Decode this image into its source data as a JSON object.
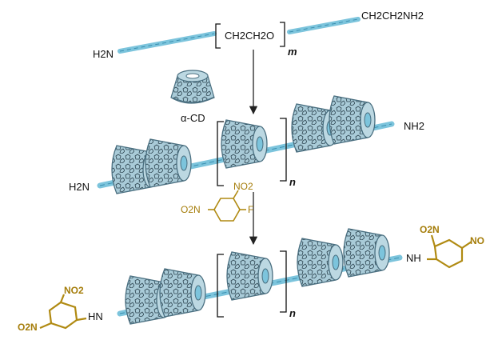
{
  "labels": {
    "top_left_end": "H2N",
    "top_repeat": "CH2CH2O",
    "top_right_end": "CH2CH2NH2",
    "subscript_m": "m",
    "cyclodextrin": "α-CD",
    "mid_left_end": "H2N",
    "mid_right_end": "NH2",
    "subscript_n1": "n",
    "reagent_no2": "NO2",
    "reagent_o2n": "O2N",
    "reagent_f": "F",
    "bottom_right_no2": "O2N",
    "bottom_right_nh": "NH",
    "bottom_right_no": "NO",
    "bottom_left_no2": "NO2",
    "bottom_left_o2n": "O2N",
    "bottom_left_hn": "HN",
    "subscript_n2": "n"
  },
  "colors": {
    "chain": "#7cc4dc",
    "chain_dark": "#3a8fb0",
    "ring_fill": "#a9cbd8",
    "ring_outline": "#4a6f80",
    "ring_pattern": "#2d4450",
    "dnp": "#b08a12",
    "arrow": "#222222"
  }
}
